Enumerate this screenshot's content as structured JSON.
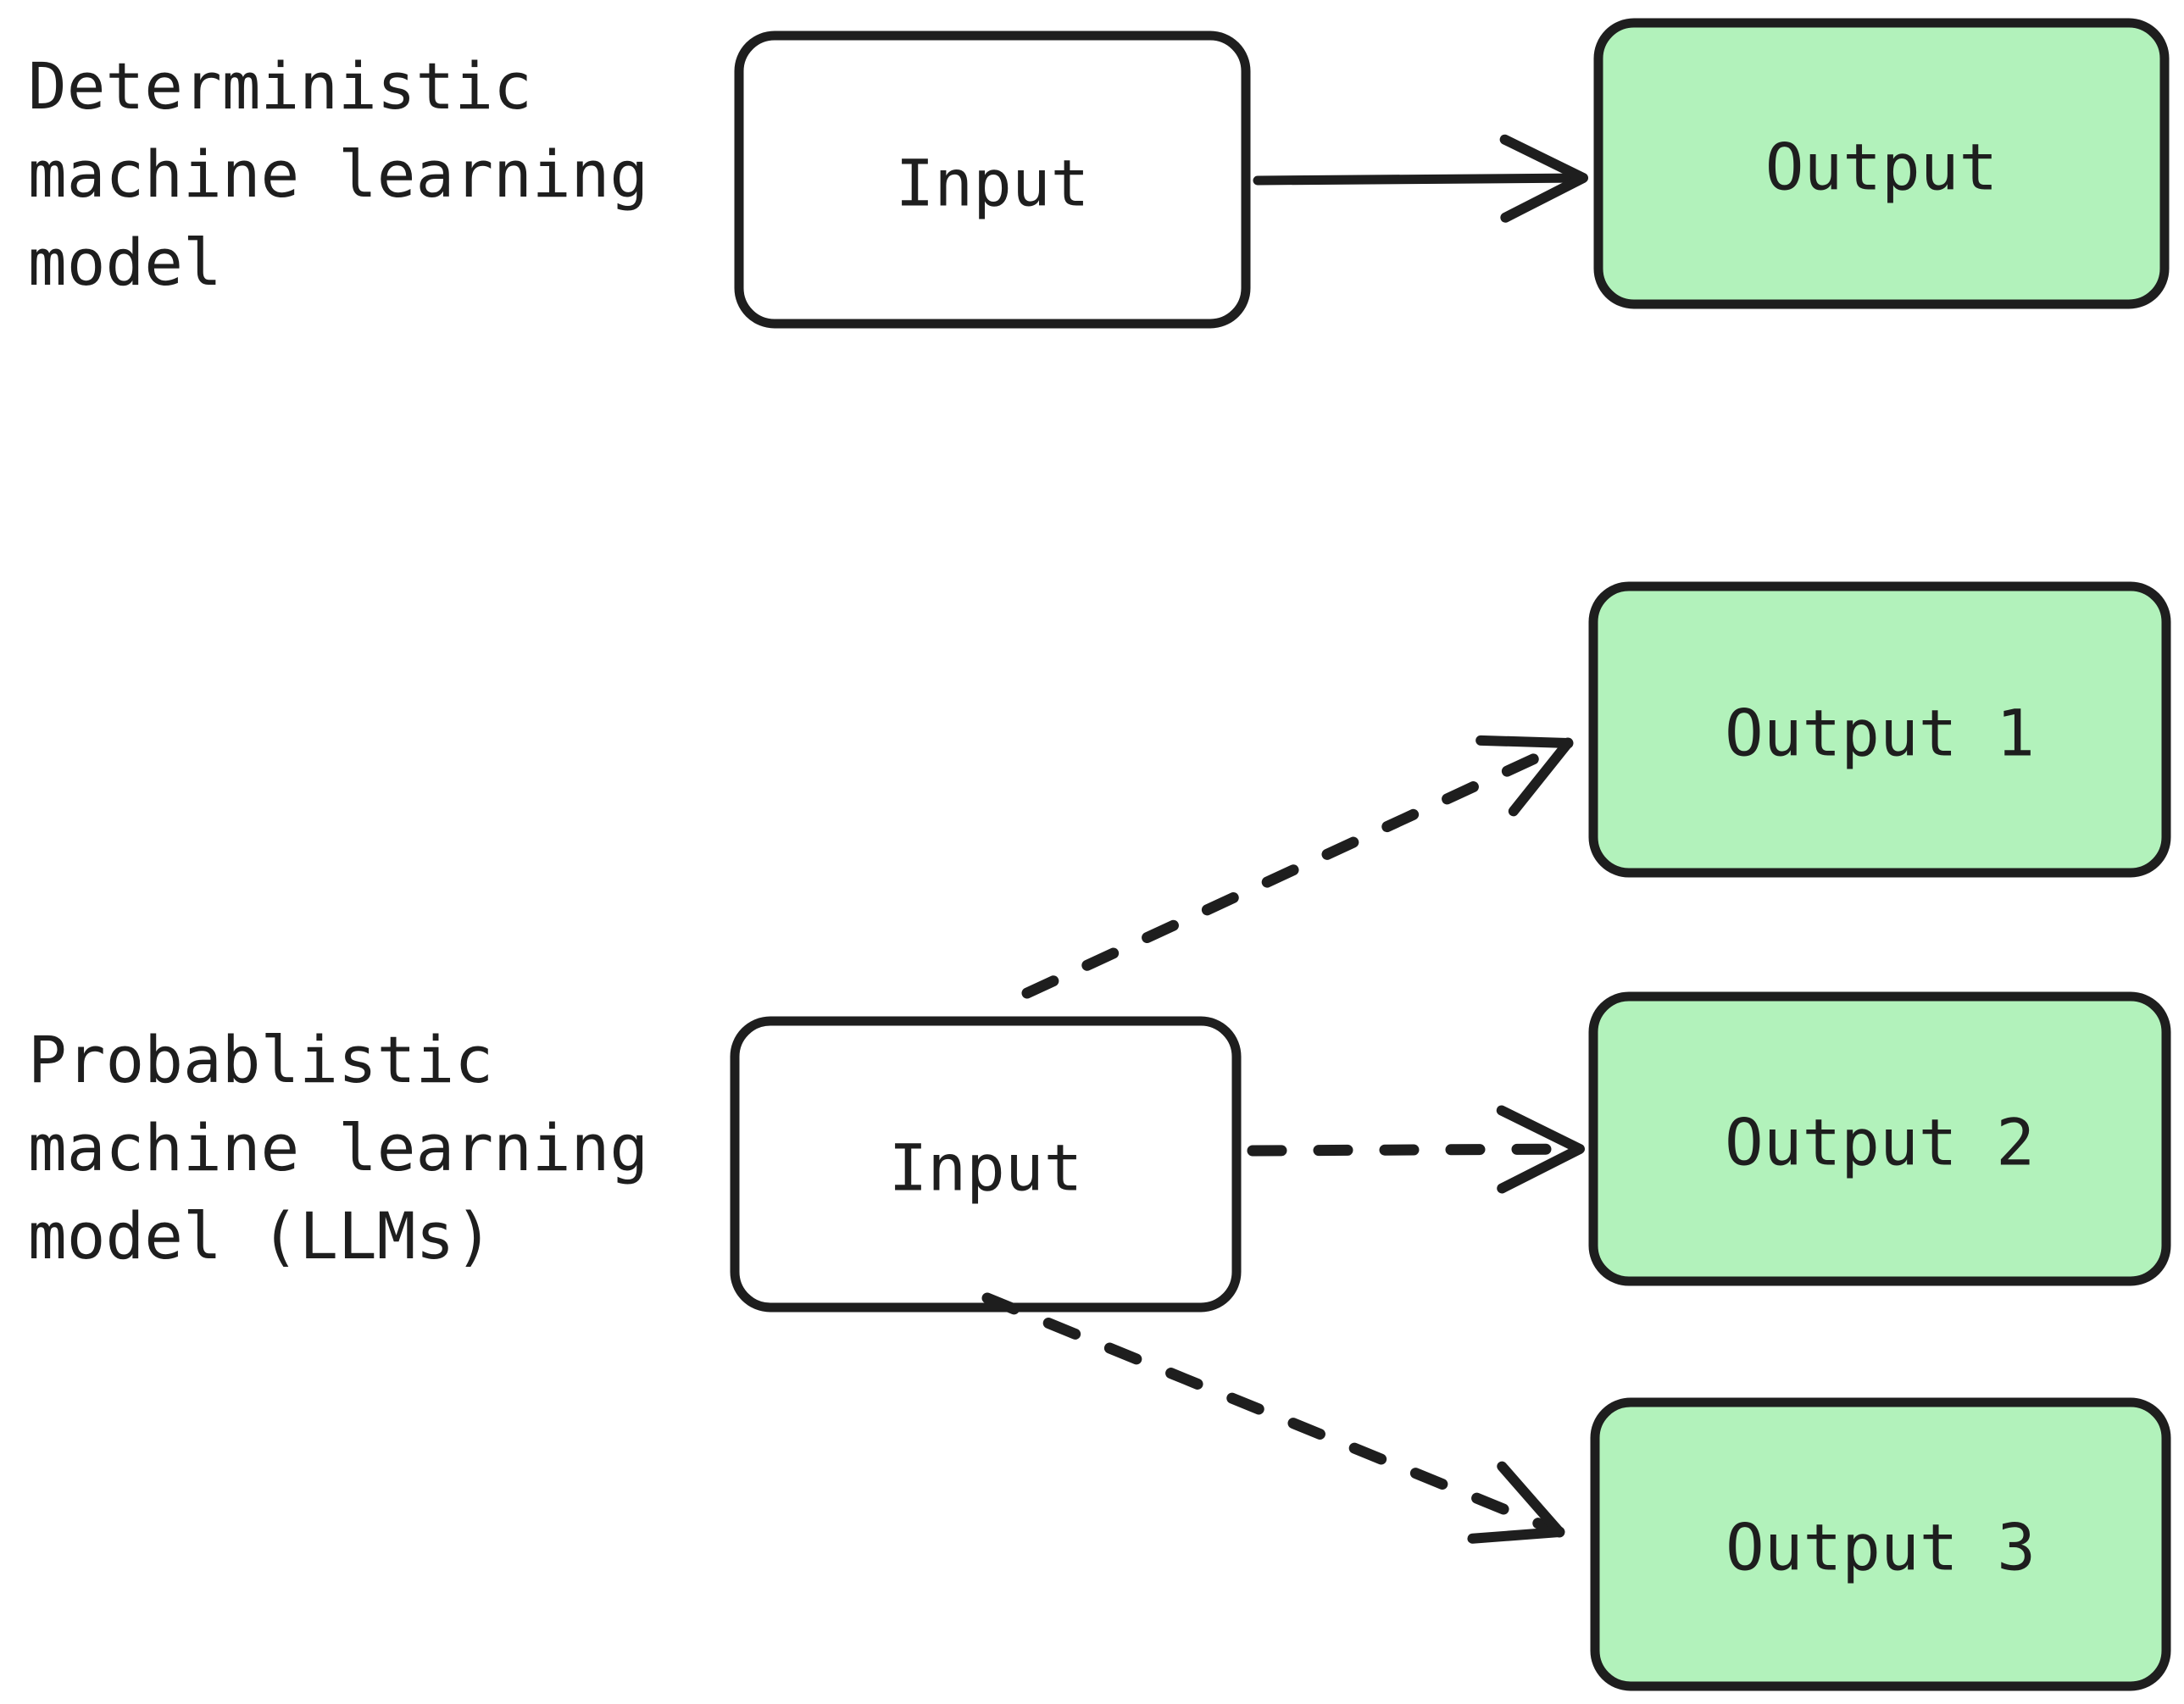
{
  "colors": {
    "background": "#ffffff",
    "input_box_fill": "#ffffff",
    "output_box_fill": "#b2f2bb",
    "stroke": "#1e1e1e",
    "text": "#1e1e1e"
  },
  "deterministic": {
    "label_lines": [
      "Deterministic",
      "machine learning",
      "model"
    ],
    "input_label": "Input",
    "output_label": "Output",
    "connections": [
      {
        "from": "Input",
        "to": "Output",
        "style": "solid"
      }
    ]
  },
  "probabilistic": {
    "label_lines": [
      "Probablistic",
      "machine learning",
      "model (LLMs)"
    ],
    "input_label": "Input",
    "outputs": [
      "Output 1",
      "Output 2",
      "Output 3"
    ],
    "connections": [
      {
        "from": "Input",
        "to": "Output 1",
        "style": "dashed"
      },
      {
        "from": "Input",
        "to": "Output 2",
        "style": "dashed"
      },
      {
        "from": "Input",
        "to": "Output 3",
        "style": "dashed"
      }
    ]
  }
}
